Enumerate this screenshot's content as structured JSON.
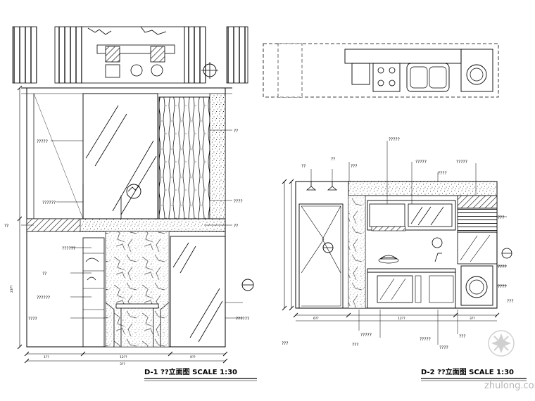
{
  "left_drawing": {
    "title": "D-1 ??立面图  SCALE 1:30",
    "labels": [
      "?????",
      "??????",
      "??",
      "??",
      "????",
      "??",
      "??????",
      "??",
      "??????",
      "????",
      "??????"
    ],
    "dims_bottom": [
      "1??",
      "12??",
      "9??"
    ],
    "dim_total": "3??",
    "dim_side": "23??"
  },
  "right_drawing": {
    "title": "D-2 ??立面图  SCALE 1:30",
    "labels_top": [
      "??",
      "??",
      "???",
      "?????",
      "?????",
      "????",
      "?????"
    ],
    "labels_right": [
      "???",
      "????",
      "????",
      "???"
    ],
    "labels_bottom": [
      "???",
      "?????",
      "???",
      "?????",
      "????",
      "???"
    ],
    "dims": [
      "6??",
      "12??",
      "3??"
    ]
  },
  "watermark": {
    "text": "zhulong.com"
  }
}
